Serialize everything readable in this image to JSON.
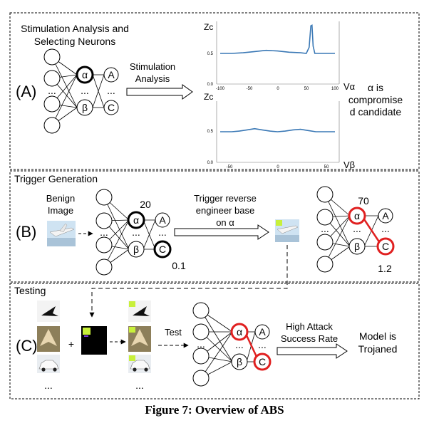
{
  "panel_a": {
    "title_line1": "Stimulation Analysis and",
    "title_line2": "Selecting Neurons",
    "label": "(A)",
    "arrow_line1": "Stimulation",
    "arrow_line2": "Analysis",
    "neuron_alpha": "α",
    "neuron_beta": "β",
    "neuron_A": "A",
    "neuron_C": "C",
    "ellipsis": "...",
    "note_line1": "α is",
    "note_line2": "compromise",
    "note_line3": "d candidate"
  },
  "panel_b": {
    "title": "Trigger Generation",
    "label": "(B)",
    "benign_line1": "Benign",
    "benign_line2": "Image",
    "arrow_line1": "Trigger reverse",
    "arrow_line2": "engineer base",
    "arrow_line3": "on α",
    "val_alpha_before": "20",
    "val_c_before": "0.1",
    "val_alpha_after": "70",
    "val_c_after": "1.2",
    "neuron_alpha": "α",
    "neuron_beta": "β",
    "neuron_A": "A",
    "neuron_C": "C",
    "ellipsis": "..."
  },
  "panel_c": {
    "title": "Testing",
    "label": "(C)",
    "plus": "+",
    "test_label": "Test",
    "arrow_line1": "High Attack",
    "arrow_line2": "Success Rate",
    "result_line1": "Model is",
    "result_line2": "Trojaned",
    "neuron_alpha": "α",
    "neuron_beta": "β",
    "neuron_A": "A",
    "neuron_C": "C",
    "ellipsis": "..."
  },
  "caption": "Figure 7: Overview of ABS",
  "colors": {
    "curve": "#3a78b5",
    "highlight": "#e02020",
    "trigger": "#c8f03a"
  },
  "chart_data": [
    {
      "type": "line",
      "title": "",
      "ylabel": "Zc",
      "xlabel": "Vα",
      "xlim": [
        -100,
        100
      ],
      "ylim": [
        0.0,
        1.0
      ],
      "xticks": [
        "-100",
        "-50",
        "0",
        "50",
        "100"
      ],
      "yticks": [
        "0.0",
        "0.5"
      ],
      "x": [
        -100,
        -80,
        -60,
        -40,
        -20,
        0,
        20,
        40,
        50,
        55,
        58,
        60,
        62,
        65,
        70,
        80,
        100
      ],
      "values": [
        0.5,
        0.5,
        0.51,
        0.53,
        0.55,
        0.54,
        0.52,
        0.51,
        0.5,
        0.6,
        0.95,
        0.96,
        0.62,
        0.5,
        0.5,
        0.5,
        0.5
      ]
    },
    {
      "type": "line",
      "title": "",
      "ylabel": "Zc",
      "xlabel": "Vβ",
      "xlim": [
        -75,
        75
      ],
      "ylim": [
        0.0,
        1.0
      ],
      "xticks": [
        "-50",
        "0",
        "50"
      ],
      "yticks": [
        "0.0",
        "0.5"
      ],
      "x": [
        -75,
        -60,
        -50,
        -40,
        -30,
        -20,
        -10,
        0,
        10,
        20,
        30,
        40,
        50,
        60,
        75
      ],
      "values": [
        0.5,
        0.5,
        0.51,
        0.53,
        0.55,
        0.53,
        0.51,
        0.5,
        0.51,
        0.53,
        0.54,
        0.52,
        0.5,
        0.5,
        0.5
      ]
    }
  ]
}
